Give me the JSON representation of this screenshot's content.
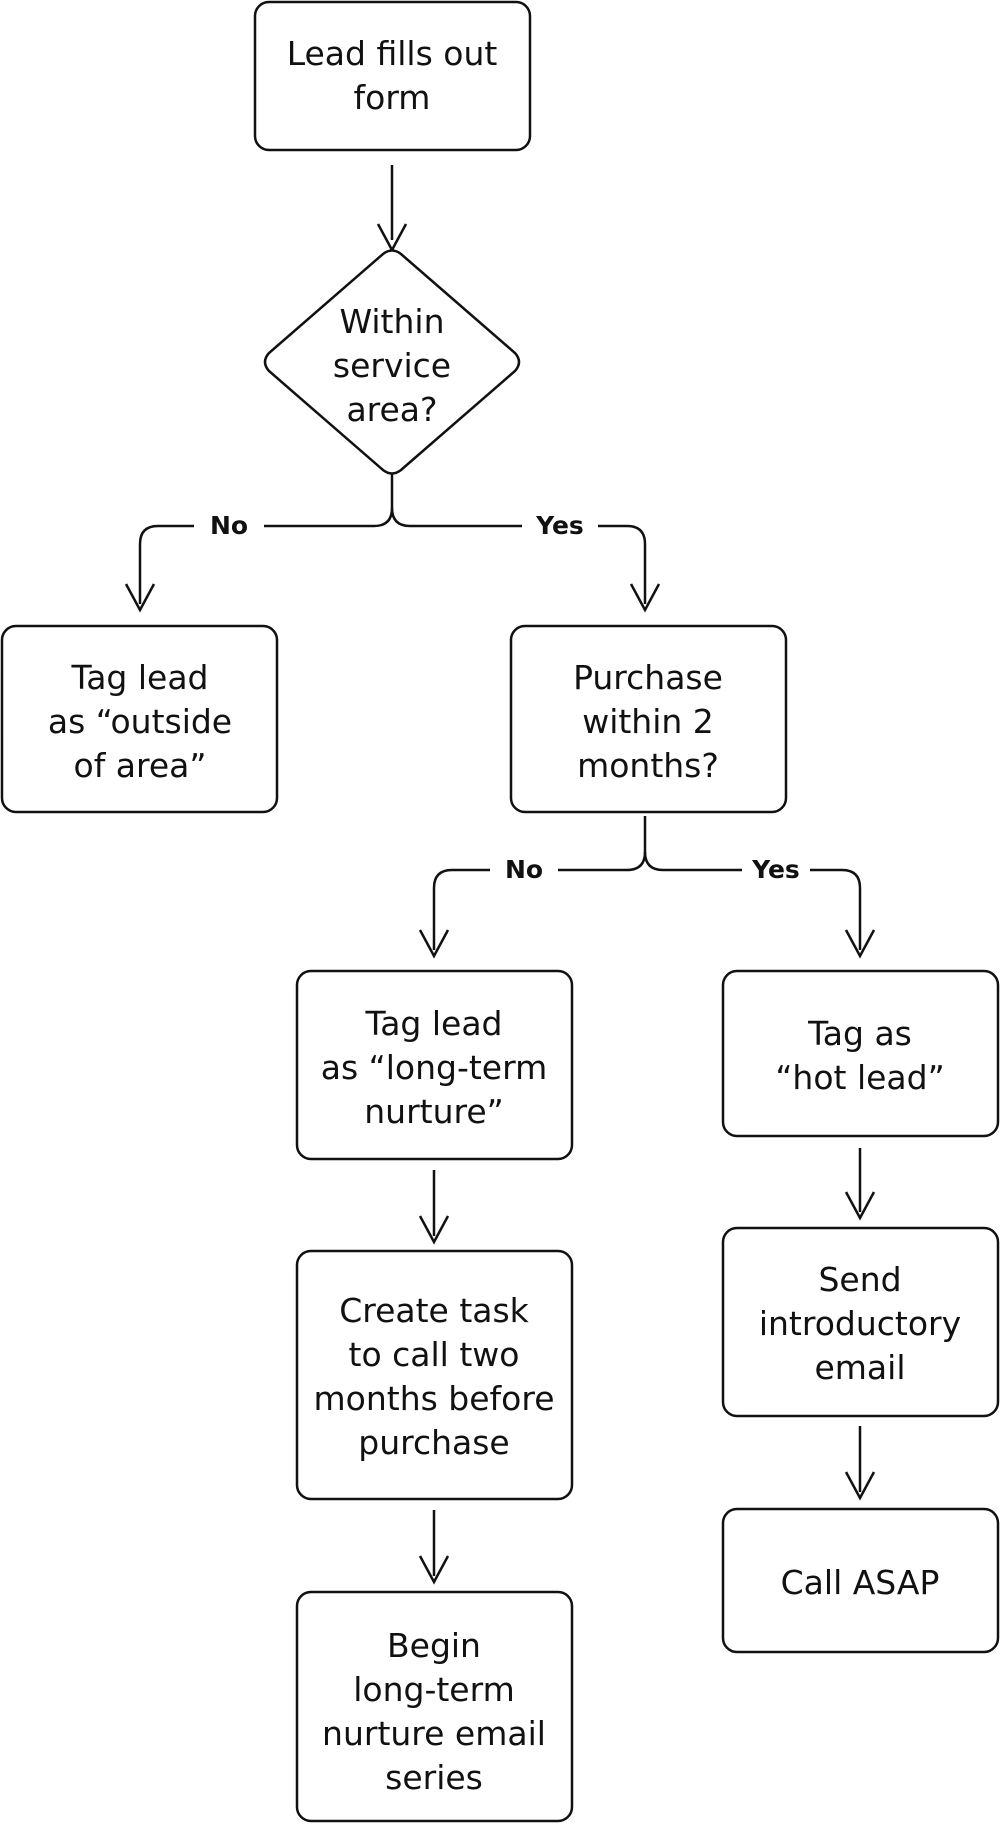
{
  "nodes": {
    "start": {
      "lines": [
        "Lead fills out",
        "form"
      ]
    },
    "service_area": {
      "lines": [
        "Within",
        "service",
        "area?"
      ]
    },
    "outside_area": {
      "lines": [
        "Tag lead",
        "as “outside",
        "of area”"
      ]
    },
    "purchase_window": {
      "lines": [
        "Purchase",
        "within 2",
        "months?"
      ]
    },
    "long_term": {
      "lines": [
        "Tag lead",
        "as “long-term",
        "nurture”"
      ]
    },
    "hot_lead": {
      "lines": [
        "Tag as",
        "“hot lead”"
      ]
    },
    "create_task": {
      "lines": [
        "Create task",
        "to call two",
        "months before",
        "purchase"
      ]
    },
    "intro_email": {
      "lines": [
        "Send",
        "introductory",
        "email"
      ]
    },
    "nurture_series": {
      "lines": [
        "Begin",
        "long-term",
        "nurture email",
        "series"
      ]
    },
    "call_asap": {
      "lines": [
        "Call ASAP"
      ]
    }
  },
  "edges": {
    "service_no": "No",
    "service_yes": "Yes",
    "purchase_no": "No",
    "purchase_yes": "Yes"
  }
}
